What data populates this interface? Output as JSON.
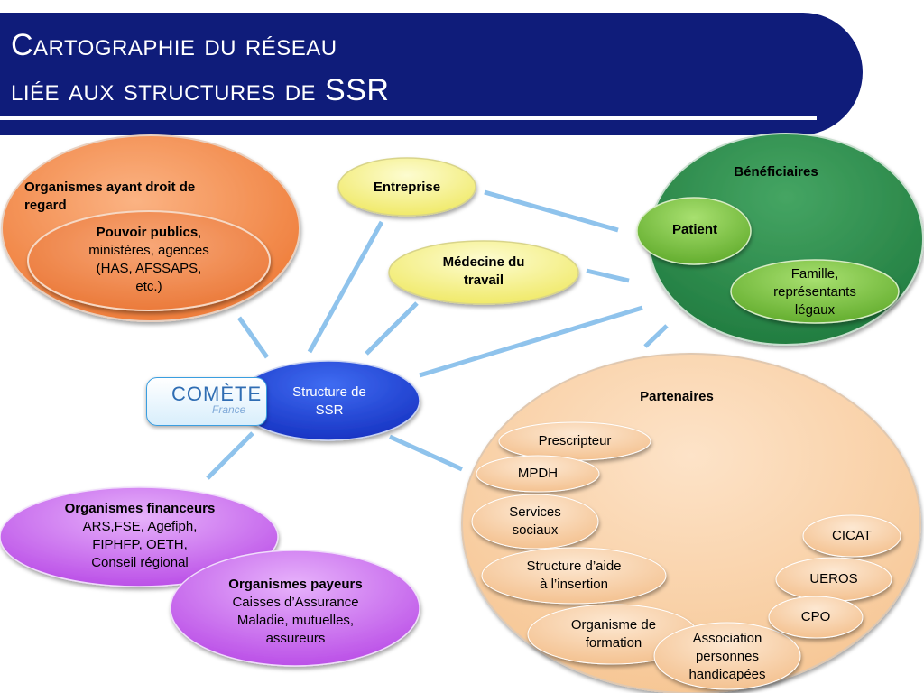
{
  "header": {
    "title_line1": "Cartographie du réseau",
    "title_line2_text": "liée aux structures de ",
    "title_line2_acronym": "SSR"
  },
  "colors": {
    "banner": "#0f1c7a",
    "orange": "#f5904f",
    "green": "#2f8e4e",
    "light_green": "#7cc43f",
    "yellow": "#f7f28a",
    "purple": "#c25ee8",
    "blue_node": "#1b3fd0",
    "connector": "#8fc3ec"
  },
  "nodes": {
    "organismes_droit": {
      "label": "Organismes ayant droit de regard"
    },
    "pouvoir_publics": {
      "bold": "Pouvoir publics",
      "rest_line1": ", ",
      "line2": "ministères, agences",
      "line3": "(HAS, AFSSAPS,",
      "line4": "etc.)"
    },
    "entreprise": {
      "label": "Entreprise"
    },
    "medecine": {
      "line1": "Médecine du",
      "line2": "travail"
    },
    "beneficiaires": {
      "label": "Bénéficiaires"
    },
    "patient": {
      "label": "Patient"
    },
    "famille": {
      "line1": "Famille,",
      "line2": "représentants",
      "line3": "légaux"
    },
    "structure_ssr": {
      "line1": "Structure de",
      "line2": "SSR"
    },
    "logo": {
      "text": "COMÈTE",
      "sub": "France"
    },
    "financeurs": {
      "bold": "Organismes financeurs",
      "line2": "ARS,FSE, Agefiph,",
      "line3": "FIPHFP, OETH,",
      "line4": "Conseil régional"
    },
    "payeurs": {
      "bold": "Organismes payeurs",
      "line2": "Caisses d’Assurance",
      "line3": "Maladie, mutuelles,",
      "line4": "assureurs"
    },
    "partenaires": {
      "label": "Partenaires"
    },
    "prescripteur": {
      "label": "Prescripteur"
    },
    "mpdh": {
      "label": "MPDH"
    },
    "services_sociaux": {
      "line1": "Services",
      "line2": "sociaux"
    },
    "structure_aide": {
      "line1": "Structure d’aide",
      "line2": "à l’insertion"
    },
    "organisme_formation": {
      "line1": "Organisme de",
      "line2": "formation"
    },
    "association": {
      "line1": "Association",
      "line2": "personnes",
      "line3": "handicapées"
    },
    "cicat": {
      "label": "CICAT"
    },
    "ueros": {
      "label": "UEROS"
    },
    "cpo": {
      "label": "CPO"
    }
  }
}
